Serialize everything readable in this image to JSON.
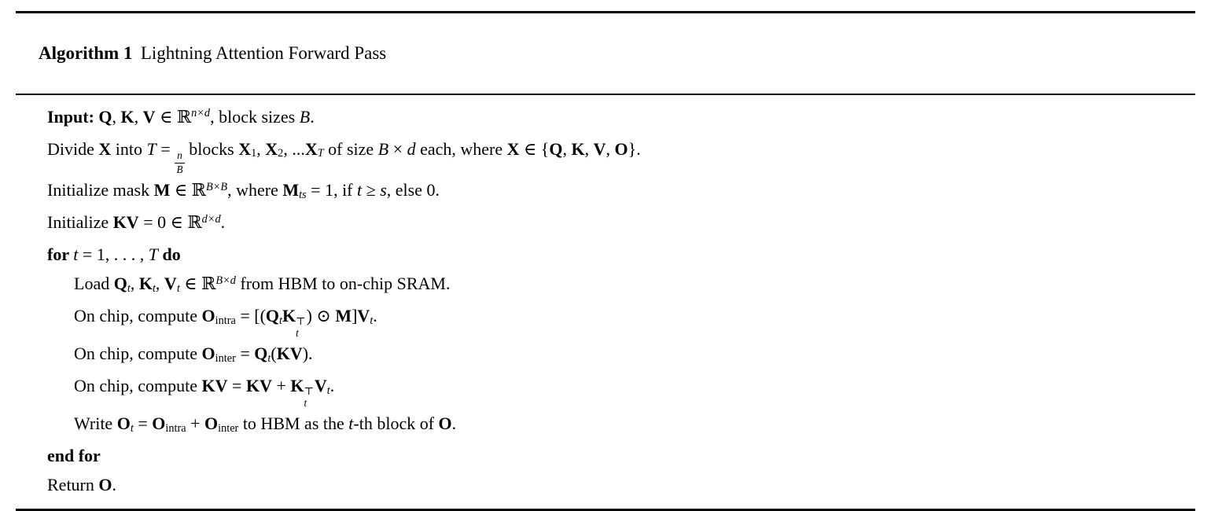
{
  "header": {
    "label": "Algorithm 1",
    "title": "Lightning Attention Forward Pass"
  },
  "colors": {
    "text": "#000000",
    "rule": "#000000",
    "background": "#ffffff"
  },
  "algorithm": {
    "lines": [
      {
        "indent": 1,
        "tokens": [
          {
            "t": "Input: ",
            "s": "b"
          },
          {
            "t": "Q",
            "s": "b"
          },
          {
            "t": ", "
          },
          {
            "t": "K",
            "s": "b"
          },
          {
            "t": ", "
          },
          {
            "t": "V",
            "s": "b"
          },
          {
            "t": " ∈ ℝ"
          },
          {
            "t": "n×d",
            "s": "supi"
          },
          {
            "t": ", block sizes "
          },
          {
            "t": "B",
            "s": "i"
          },
          {
            "t": "."
          }
        ]
      },
      {
        "indent": 1,
        "tokens": [
          {
            "t": "Divide "
          },
          {
            "t": "X",
            "s": "b"
          },
          {
            "t": " into "
          },
          {
            "t": "T",
            "s": "i"
          },
          {
            "t": " = "
          },
          {
            "frac": [
              "n",
              "B"
            ]
          },
          {
            "t": " blocks "
          },
          {
            "t": "X",
            "s": "b"
          },
          {
            "t": "1",
            "s": "sub"
          },
          {
            "t": ", "
          },
          {
            "t": "X",
            "s": "b"
          },
          {
            "t": "2",
            "s": "sub"
          },
          {
            "t": ", ..."
          },
          {
            "t": "X",
            "s": "b"
          },
          {
            "t": "T",
            "s": "subi"
          },
          {
            "t": " of size "
          },
          {
            "t": "B",
            "s": "i"
          },
          {
            "t": " × "
          },
          {
            "t": "d",
            "s": "i"
          },
          {
            "t": " each, where "
          },
          {
            "t": "X",
            "s": "b"
          },
          {
            "t": " ∈ {"
          },
          {
            "t": "Q",
            "s": "b"
          },
          {
            "t": ", "
          },
          {
            "t": "K",
            "s": "b"
          },
          {
            "t": ", "
          },
          {
            "t": "V",
            "s": "b"
          },
          {
            "t": ", "
          },
          {
            "t": "O",
            "s": "b"
          },
          {
            "t": "}."
          }
        ]
      },
      {
        "indent": 1,
        "tokens": [
          {
            "t": "Initialize mask "
          },
          {
            "t": "M",
            "s": "b"
          },
          {
            "t": " ∈ ℝ"
          },
          {
            "t": "B×B",
            "s": "supi"
          },
          {
            "t": ", where "
          },
          {
            "t": "M",
            "s": "b"
          },
          {
            "t": "ts",
            "s": "subi"
          },
          {
            "t": " = 1, if "
          },
          {
            "t": "t",
            "s": "i"
          },
          {
            "t": " ≥ "
          },
          {
            "t": "s",
            "s": "i"
          },
          {
            "t": ", else 0."
          }
        ]
      },
      {
        "indent": 1,
        "tokens": [
          {
            "t": "Initialize "
          },
          {
            "t": "KV",
            "s": "b"
          },
          {
            "t": " = 0 ∈ ℝ"
          },
          {
            "t": "d×d",
            "s": "supi"
          },
          {
            "t": "."
          }
        ]
      },
      {
        "indent": 1,
        "tokens": [
          {
            "t": "for ",
            "s": "b"
          },
          {
            "t": "t",
            "s": "i"
          },
          {
            "t": " = 1, . . . , "
          },
          {
            "t": "T",
            "s": "i"
          },
          {
            "t": " "
          },
          {
            "t": "do",
            "s": "b"
          }
        ]
      },
      {
        "indent": 2,
        "tokens": [
          {
            "t": "Load "
          },
          {
            "t": "Q",
            "s": "b"
          },
          {
            "t": "t",
            "s": "subi"
          },
          {
            "t": ", "
          },
          {
            "t": "K",
            "s": "b"
          },
          {
            "t": "t",
            "s": "subi"
          },
          {
            "t": ", "
          },
          {
            "t": "V",
            "s": "b"
          },
          {
            "t": "t",
            "s": "subi"
          },
          {
            "t": " ∈ ℝ"
          },
          {
            "t": "B×d",
            "s": "supi"
          },
          {
            "t": " from HBM to on-chip SRAM."
          }
        ]
      },
      {
        "indent": 2,
        "tokens": [
          {
            "t": "On chip, compute "
          },
          {
            "t": "O",
            "s": "b"
          },
          {
            "t": "intra",
            "s": "sub"
          },
          {
            "t": " = [("
          },
          {
            "t": "Q",
            "s": "b"
          },
          {
            "t": "t",
            "s": "subi"
          },
          {
            "base": "K",
            "bs": "b",
            "sup": "⊤",
            "sub": "t"
          },
          {
            "t": ") ⊙ "
          },
          {
            "t": "M",
            "s": "b"
          },
          {
            "t": "]"
          },
          {
            "t": "V",
            "s": "b"
          },
          {
            "t": "t",
            "s": "subi"
          },
          {
            "t": "."
          }
        ]
      },
      {
        "indent": 2,
        "tokens": [
          {
            "t": "On chip, compute "
          },
          {
            "t": "O",
            "s": "b"
          },
          {
            "t": "inter",
            "s": "sub"
          },
          {
            "t": " = "
          },
          {
            "t": "Q",
            "s": "b"
          },
          {
            "t": "t",
            "s": "subi"
          },
          {
            "t": "("
          },
          {
            "t": "KV",
            "s": "b"
          },
          {
            "t": ")."
          }
        ]
      },
      {
        "indent": 2,
        "tokens": [
          {
            "t": "On chip, compute "
          },
          {
            "t": "KV",
            "s": "b"
          },
          {
            "t": " = "
          },
          {
            "t": "KV",
            "s": "b"
          },
          {
            "t": " + "
          },
          {
            "base": "K",
            "bs": "b",
            "sup": "⊤",
            "sub": "t"
          },
          {
            "t": "V",
            "s": "b"
          },
          {
            "t": "t",
            "s": "subi"
          },
          {
            "t": "."
          }
        ]
      },
      {
        "indent": 2,
        "tokens": [
          {
            "t": "Write "
          },
          {
            "t": "O",
            "s": "b"
          },
          {
            "t": "t",
            "s": "subi"
          },
          {
            "t": " = "
          },
          {
            "t": "O",
            "s": "b"
          },
          {
            "t": "intra",
            "s": "sub"
          },
          {
            "t": " + "
          },
          {
            "t": "O",
            "s": "b"
          },
          {
            "t": "inter",
            "s": "sub"
          },
          {
            "t": " to HBM as the "
          },
          {
            "t": "t",
            "s": "i"
          },
          {
            "t": "-th block of "
          },
          {
            "t": "O",
            "s": "b"
          },
          {
            "t": "."
          }
        ]
      },
      {
        "indent": 1,
        "tokens": [
          {
            "t": "end for",
            "s": "b"
          }
        ]
      },
      {
        "indent": 1,
        "tokens": [
          {
            "t": "Return "
          },
          {
            "t": "O",
            "s": "b"
          },
          {
            "t": "."
          }
        ]
      }
    ]
  }
}
